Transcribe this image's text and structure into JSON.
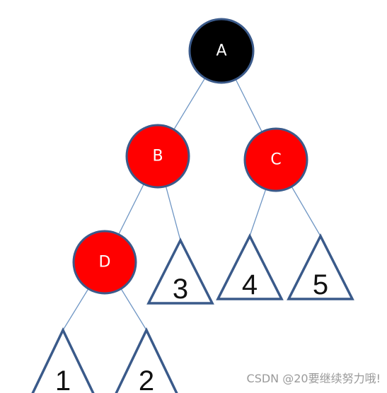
{
  "nodes": [
    {
      "id": "A",
      "label": "A",
      "color": "#000000"
    },
    {
      "id": "B",
      "label": "B",
      "color": "#ff0000"
    },
    {
      "id": "C",
      "label": "C",
      "color": "#ff0000"
    },
    {
      "id": "D",
      "label": "D",
      "color": "#ff0000"
    }
  ],
  "subtrees": [
    {
      "id": "1",
      "label": "1"
    },
    {
      "id": "2",
      "label": "2"
    },
    {
      "id": "3",
      "label": "3"
    },
    {
      "id": "4",
      "label": "4"
    },
    {
      "id": "5",
      "label": "5"
    }
  ],
  "edges": [
    {
      "from": "A",
      "to": "B"
    },
    {
      "from": "A",
      "to": "C"
    },
    {
      "from": "B",
      "to": "D"
    },
    {
      "from": "B",
      "to": "3"
    },
    {
      "from": "C",
      "to": "4"
    },
    {
      "from": "C",
      "to": "5"
    },
    {
      "from": "D",
      "to": "1"
    },
    {
      "from": "D",
      "to": "2"
    }
  ],
  "colors": {
    "black_node": "#000000",
    "red_node": "#ff0000",
    "node_outline": "#3b5a8a",
    "edge_line": "#6f96c4",
    "subtree_outline": "#3a5a8a"
  },
  "watermark": "CSDN @20要继续努力哦!"
}
